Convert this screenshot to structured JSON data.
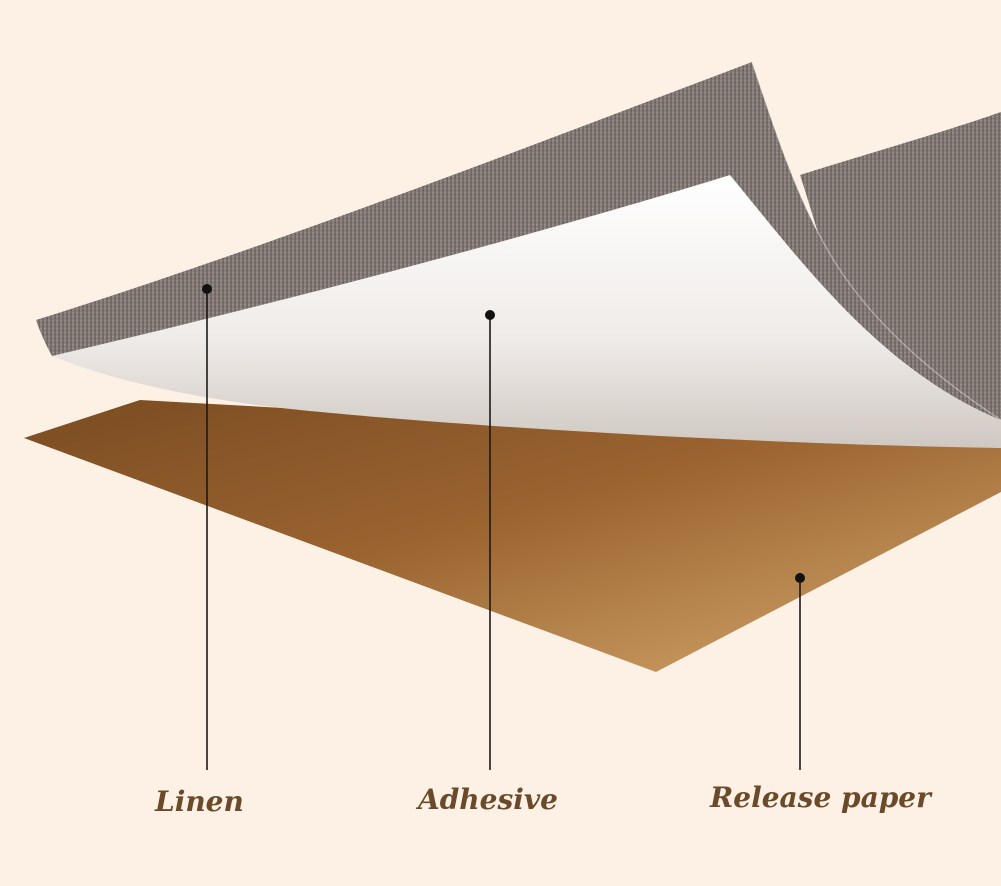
{
  "layers": [
    {
      "id": "linen",
      "label": "Linen",
      "color": "#8a817c"
    },
    {
      "id": "adhesive",
      "label": "Adhesive",
      "color": "#f3f0ed"
    },
    {
      "id": "release",
      "label": "Release paper",
      "color": "#b07a3e"
    }
  ],
  "colors": {
    "background": "#fcf1e4",
    "label_text": "#6b4a2a",
    "callout_line": "#1a1a1a"
  }
}
